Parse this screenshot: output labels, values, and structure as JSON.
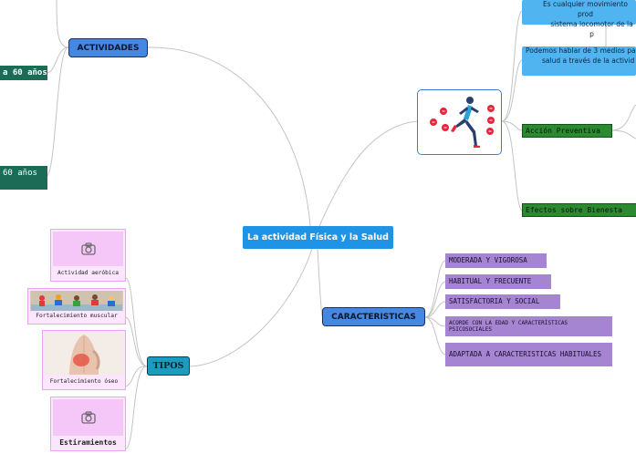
{
  "center": {
    "label": "La actividad Física y la Salud"
  },
  "actividades": {
    "label": "ACTIVIDADES",
    "children": [
      "a 60 años",
      "60 años"
    ]
  },
  "tipos": {
    "label": "TIPOS",
    "children": [
      {
        "label": "Actividad aeróbica",
        "image": "camera-icon"
      },
      {
        "label": "Fortalecimiento muscular",
        "image": "people-exercising-photo"
      },
      {
        "label": "Fortalecimiento óseo",
        "image": "back-pain-photo"
      },
      {
        "label": "Estiramientos",
        "image": "camera-icon"
      }
    ]
  },
  "caracteristicas": {
    "label": "CARACTERISTICAS",
    "children": [
      "MODERADA Y VIGOROSA",
      "HABITUAL Y FRECUENTE",
      "SATISFACTORIA Y SOCIAL",
      "ACORDE CON LA EDAD Y CARACTERÍSTICAS PSICOSOCIALES",
      "ADAPTADA A CARACTERISTICAS HABITUALES"
    ]
  },
  "image_branch": {
    "image": "runner-illustration",
    "children": {
      "def_line1": "Es cualquier movimiento prod",
      "def_line2": "sistema locomotor de la p",
      "medios_line1": "Podemos hablar de 3 medios pa",
      "medios_line2": "salud a través de la activid",
      "accion": "Acción Preventiva",
      "efectos": "Efectos sobre Bienesta"
    }
  },
  "colors": {
    "center": "#1f93e6",
    "main": "#4488e1",
    "tipos": "#1a9bbf",
    "teal": "#1b6b57",
    "green": "#2a8a2f",
    "purple": "#a584d2",
    "blue": "#4fb4f0",
    "image_bg": "#fbe6fd",
    "connector": "#c4c4c4"
  }
}
